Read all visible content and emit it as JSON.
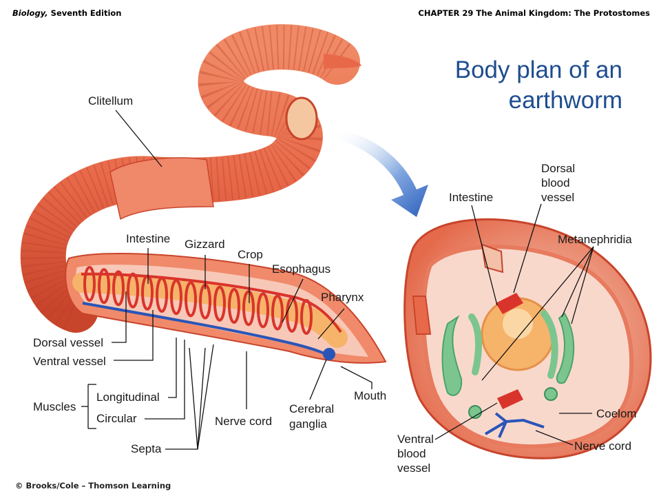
{
  "header": {
    "book_title": "Biology,",
    "edition": " Seventh Edition",
    "chapter": "CHAPTER 29 The Animal Kingdom: The Protostomes"
  },
  "title": {
    "line1": "Body plan of an",
    "line2": "earthworm"
  },
  "labels": {
    "clitellum": "Clitellum",
    "intestine": "Intestine",
    "gizzard": "Gizzard",
    "crop": "Crop",
    "esophagus": "Esophagus",
    "pharynx": "Pharynx",
    "dorsal_vessel": "Dorsal vessel",
    "ventral_vessel": "Ventral vessel",
    "muscles": "Muscles",
    "longitudinal": "Longitudinal",
    "circular": "Circular",
    "septa": "Septa",
    "nerve_cord": "Nerve cord",
    "cerebral": "Cerebral",
    "ganglia": "ganglia",
    "mouth": "Mouth"
  },
  "cross_section_labels": {
    "intestine": "Intestine",
    "dorsal": "Dorsal",
    "blood": "blood",
    "vessel": "vessel",
    "metanephridia": "Metanephridia",
    "coelom": "Coelom",
    "nerve_cord": "Nerve cord",
    "ventral": "Ventral",
    "blood2": "blood",
    "vessel2": "vessel"
  },
  "copyright": "© Brooks/Cole – Thomson Learning",
  "colors": {
    "title": "#1e4d8f",
    "worm": "#e8694a",
    "worm_dark": "#c8442b",
    "interior": "#f6c9b6",
    "vessel_red": "#d9342b",
    "nerve_blue": "#2a55b8",
    "nephridia_green": "#7cc58f",
    "arrow_blue": "#3d6fc4"
  }
}
